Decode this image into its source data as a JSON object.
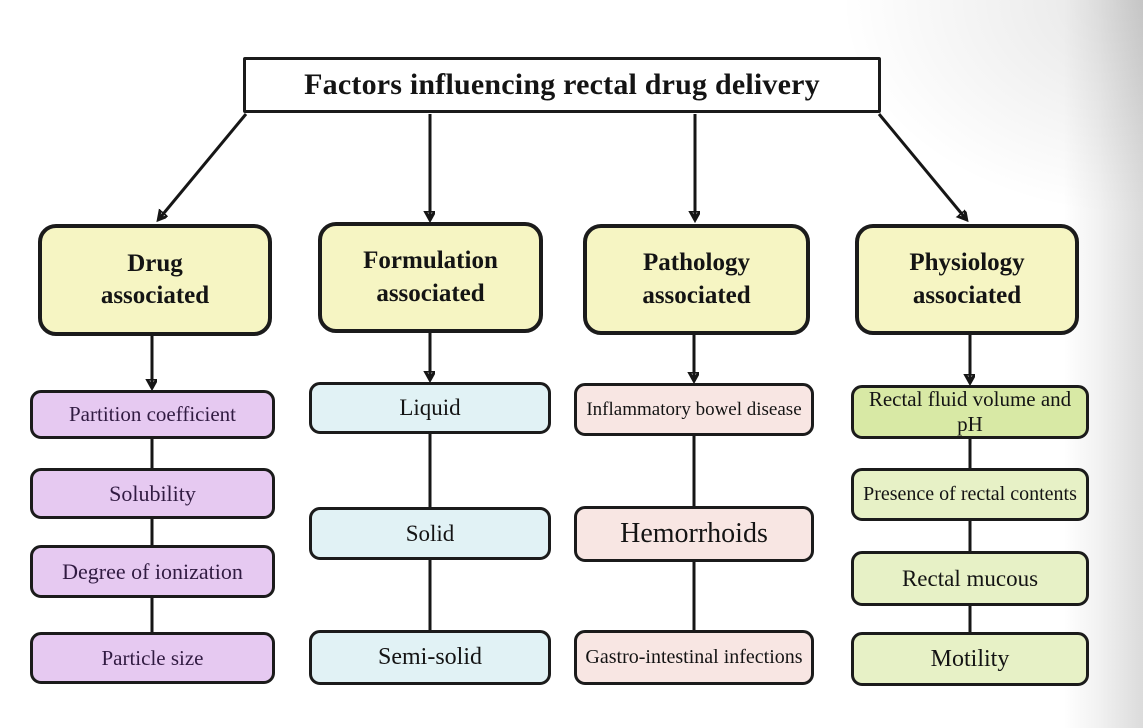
{
  "diagram": {
    "title": "Factors influencing rectal drug delivery",
    "colors": {
      "border": "#1b1b1b",
      "connector_line": "#161616",
      "title_fill": "#ffffff",
      "category_fill": "#F6F5C3",
      "drug_fill": "#E6C9F1",
      "formulation_fill": "#E1F2F5",
      "pathology_fill": "#F8E6E3",
      "physiology_fill": "#E7F1C6",
      "physiology_first_fill": "#D8E9A5"
    },
    "columns": [
      {
        "header": {
          "label": "Drug\nassociated",
          "fill": "#F6F5C3"
        },
        "items": [
          {
            "label": "Partition coefficient",
            "fill": "#E6C9F1"
          },
          {
            "label": "Solubility",
            "fill": "#E6C9F1"
          },
          {
            "label": "Degree of ionization",
            "fill": "#E6C9F1"
          },
          {
            "label": "Particle size",
            "fill": "#E6C9F1"
          }
        ]
      },
      {
        "header": {
          "label": "Formulation\nassociated",
          "fill": "#F6F5C3"
        },
        "items": [
          {
            "label": "Liquid",
            "fill": "#E1F2F5"
          },
          {
            "label": "Solid",
            "fill": "#E1F2F5"
          },
          {
            "label": "Semi-solid",
            "fill": "#E1F2F5"
          }
        ]
      },
      {
        "header": {
          "label": "Pathology\nassociated",
          "fill": "#F6F5C3"
        },
        "items": [
          {
            "label": "Inflammatory bowel disease",
            "fill": "#F8E6E3"
          },
          {
            "label": "Hemorrhoids",
            "fill": "#F8E6E3"
          },
          {
            "label": "Gastro-intestinal infections",
            "fill": "#F8E6E3"
          }
        ]
      },
      {
        "header": {
          "label": "Physiology\nassociated",
          "fill": "#F6F5C3"
        },
        "items": [
          {
            "label": "Rectal fluid volume and pH",
            "fill": "#D8E9A5"
          },
          {
            "label": "Presence of rectal contents",
            "fill": "#E7F1C6"
          },
          {
            "label": "Rectal mucous",
            "fill": "#E7F1C6"
          },
          {
            "label": "Motility",
            "fill": "#E7F1C6"
          }
        ]
      }
    ]
  }
}
